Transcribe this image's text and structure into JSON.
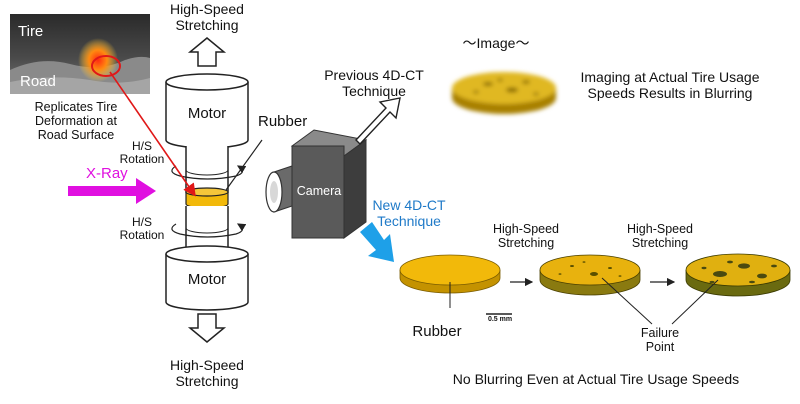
{
  "photo": {
    "tire_label": "Tire",
    "road_label": "Road"
  },
  "replicates_caption": [
    "Replicates Tire",
    "Deformation at",
    "Road Surface"
  ],
  "stretch_top": [
    "High-Speed",
    "Stretching"
  ],
  "stretch_bottom": [
    "High-Speed",
    "Stretching"
  ],
  "motor_top": "Motor",
  "motor_bottom": "Motor",
  "rotation_top": [
    "H/S",
    "Rotation"
  ],
  "rotation_bottom": [
    "H/S",
    "Rotation"
  ],
  "xray_label": "X-Ray",
  "rubber_label": "Rubber",
  "camera_label": "Camera",
  "previous_technique": [
    "Previous 4D-CT",
    "Technique"
  ],
  "image_header": "～Image～",
  "blur_caption": [
    "Imaging at Actual Tire Usage",
    "Speeds Results in Blurring"
  ],
  "new_technique": [
    "New 4D-CT",
    "Technique"
  ],
  "stage_labels": [
    [
      "High-Speed",
      "Stretching"
    ],
    [
      "High-Speed",
      "Stretching"
    ]
  ],
  "rubber_sample_label": "Rubber",
  "scale_bar": "0.5 mm",
  "failure_point": [
    "Failure",
    "Point"
  ],
  "no_blur_caption": "No Blurring Even at Actual Tire Usage Speeds",
  "colors": {
    "rubber": "#f2b90a",
    "xray": "#e010e0",
    "new_technique_accent": "#1f7ac8",
    "camera_body": "#5a5a5a"
  }
}
